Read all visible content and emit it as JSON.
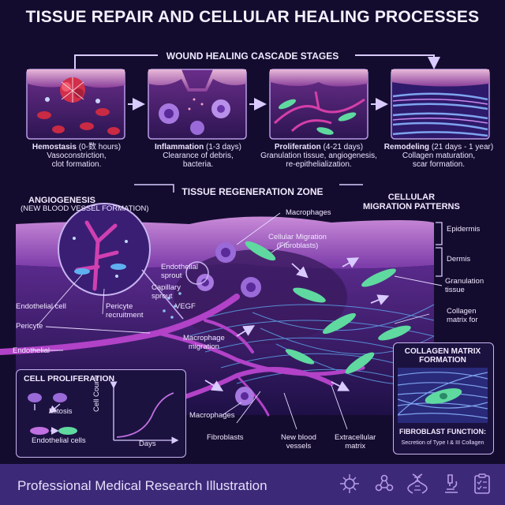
{
  "title": "TISSUE REPAIR AND CELLULAR HEALING PROCESSES",
  "cascade": {
    "heading": "WOUND HEALING CASCADE STAGES",
    "stages": [
      {
        "name": "Hemostasis",
        "duration": "(0-数 hours)",
        "desc": "Vasoconstriction,\nclot formation."
      },
      {
        "name": "Inflammation",
        "duration": "(1-3 days)",
        "desc": "Clearance of debris,\nbacteria."
      },
      {
        "name": "Proliferation",
        "duration": "(4-21 days)",
        "desc": "Granulation tissue, angiogenesis,\nre-epithelialization."
      },
      {
        "name": "Remodeling",
        "duration": "(21 days - 1 year)",
        "desc": "Collagen maturation,\nscar formation."
      }
    ]
  },
  "regen": {
    "heading": "TISSUE REGENERATION ZONE",
    "angiogenesis_title": "ANGIOGENESIS",
    "angiogenesis_sub": "(NEW BLOOD VESSEL FORMATION)",
    "migration_title": "CELLULAR\nMIGRATION PATTERNS",
    "labels": {
      "macrophages_top": "Macrophages",
      "cellular_migration": "Cellular Migration\n(Fibroblasts)",
      "epidermis": "Epidermis",
      "dermis": "Dermis",
      "granulation": "Granulation\ntissue",
      "collagen_matrix": "Collagen\nmatrix for",
      "endothelial_sprout": "Endothelial\nsprout",
      "capillary_sprout": "Capillary\nsprout",
      "endothelial_cell": "Endothelial cell",
      "pericyte_recruitment": "Pericyte\nrecruitment",
      "vegf": "VEGF",
      "pericyte": "Pericyte",
      "endothelial": "Endothelial",
      "macrophage_migration": "Macrophage\nmigration",
      "macrophages_bottom": "Macrophages",
      "fibroblasts": "Fibroblasts",
      "new_vessels": "New blood\nvessels",
      "ecm": "Extracellular\nmatrix"
    }
  },
  "proliferation_panel": {
    "title": "CELL PROLIFERATION",
    "mitosis": "Mitosis",
    "cells": "Endothelial cells",
    "y_axis": "Cell Count",
    "x_axis": "Days"
  },
  "collagen_panel": {
    "title": "COLLAGEN MATRIX\nFORMATION",
    "func_title": "FIBROBLAST FUNCTION:",
    "func_desc": "Secretion of Type I & III Collagen"
  },
  "footer": {
    "text": "Professional Medical Research Illustration",
    "icons": [
      "virus-icon",
      "molecule-icon",
      "dna-icon",
      "microscope-icon",
      "clipboard-icon"
    ]
  },
  "colors": {
    "background": "#140c2e",
    "accent_purple": "#8a4fd6",
    "cell_green": "#5fd9a0",
    "footer": "#3c2a78"
  }
}
